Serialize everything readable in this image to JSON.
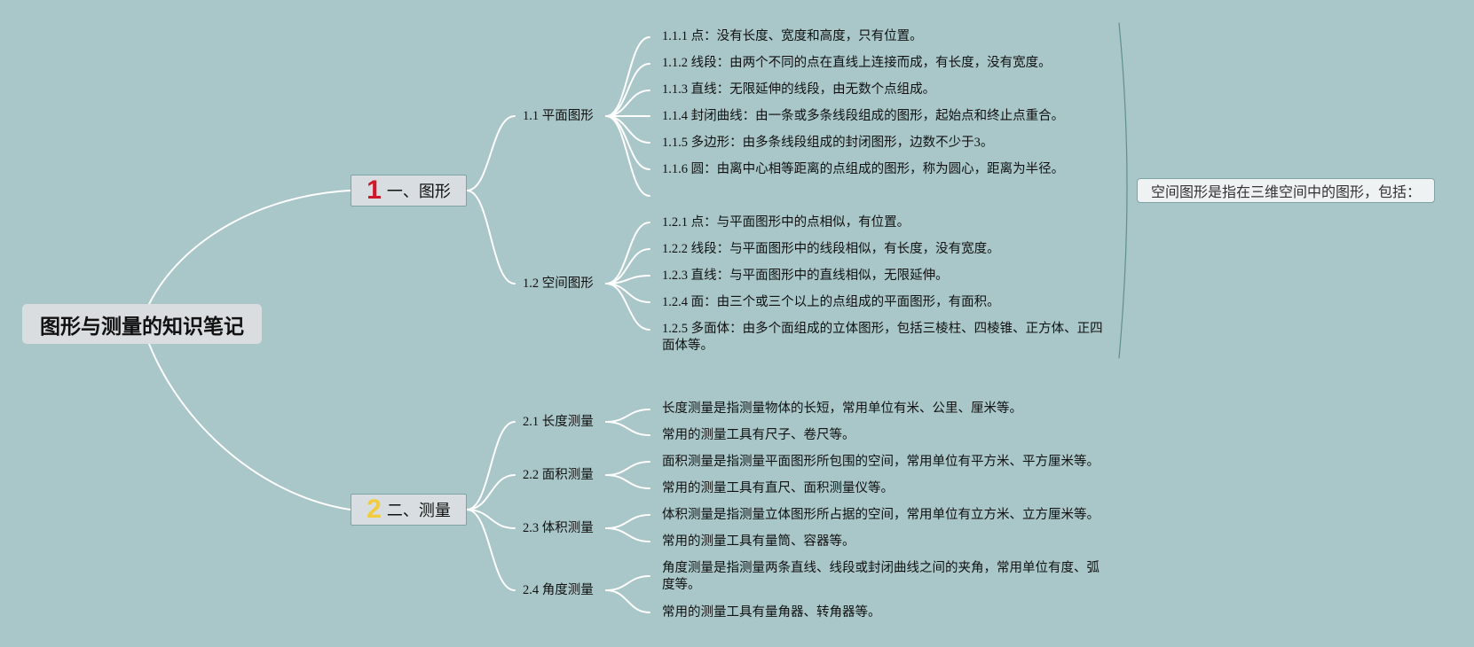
{
  "root": {
    "title": "图形与测量的知识笔记"
  },
  "branches": [
    {
      "badge": "1",
      "badge_color": "#d0182b",
      "label": "一、图形",
      "subs": [
        {
          "label": "1.1 平面图形",
          "leaves": [
            "1.1.1 点：没有长度、宽度和高度，只有位置。",
            "1.1.2 线段：由两个不同的点在直线上连接而成，有长度，没有宽度。",
            "1.1.3 直线：无限延伸的线段，由无数个点组成。",
            "1.1.4 封闭曲线：由一条或多条线段组成的图形，起始点和终止点重合。",
            "1.1.5 多边形：由多条线段组成的封闭图形，边数不少于3。",
            "1.1.6 圆：由离中心相等距离的点组成的图形，称为圆心，距离为半径。",
            ""
          ]
        },
        {
          "label": "1.2 空间图形",
          "leaves": [
            "1.2.1 点：与平面图形中的点相似，有位置。",
            "1.2.2 线段：与平面图形中的线段相似，有长度，没有宽度。",
            "1.2.3 直线：与平面图形中的直线相似，无限延伸。",
            "1.2.4 面：由三个或三个以上的点组成的平面图形，有面积。",
            "1.2.5 多面体：由多个面组成的立体图形，包括三棱柱、四棱锥、正方体、正四面体等。"
          ]
        }
      ]
    },
    {
      "badge": "2",
      "badge_color": "#f2cc3a",
      "label": "二、测量",
      "subs": [
        {
          "label": "2.1 长度测量",
          "leaves": [
            "长度测量是指测量物体的长短，常用单位有米、公里、厘米等。",
            "常用的测量工具有尺子、卷尺等。"
          ]
        },
        {
          "label": "2.2 面积测量",
          "leaves": [
            "面积测量是指测量平面图形所包围的空间，常用单位有平方米、平方厘米等。",
            "常用的测量工具有直尺、面积测量仪等。"
          ]
        },
        {
          "label": "2.3 体积测量",
          "leaves": [
            "体积测量是指测量立体图形所占据的空间，常用单位有立方米、立方厘米等。",
            "常用的测量工具有量筒、容器等。"
          ]
        },
        {
          "label": "2.4 角度测量",
          "leaves": [
            "角度测量是指测量两条直线、线段或封闭曲线之间的夹角，常用单位有度、弧度等。",
            "常用的测量工具有量角器、转角器等。"
          ]
        }
      ]
    }
  ],
  "summary_note": "空间图形是指在三维空间中的图形，包括：",
  "colors": {
    "background": "#a9c6c8",
    "connector": "#ffffff",
    "bracket": "#5f8f90"
  }
}
